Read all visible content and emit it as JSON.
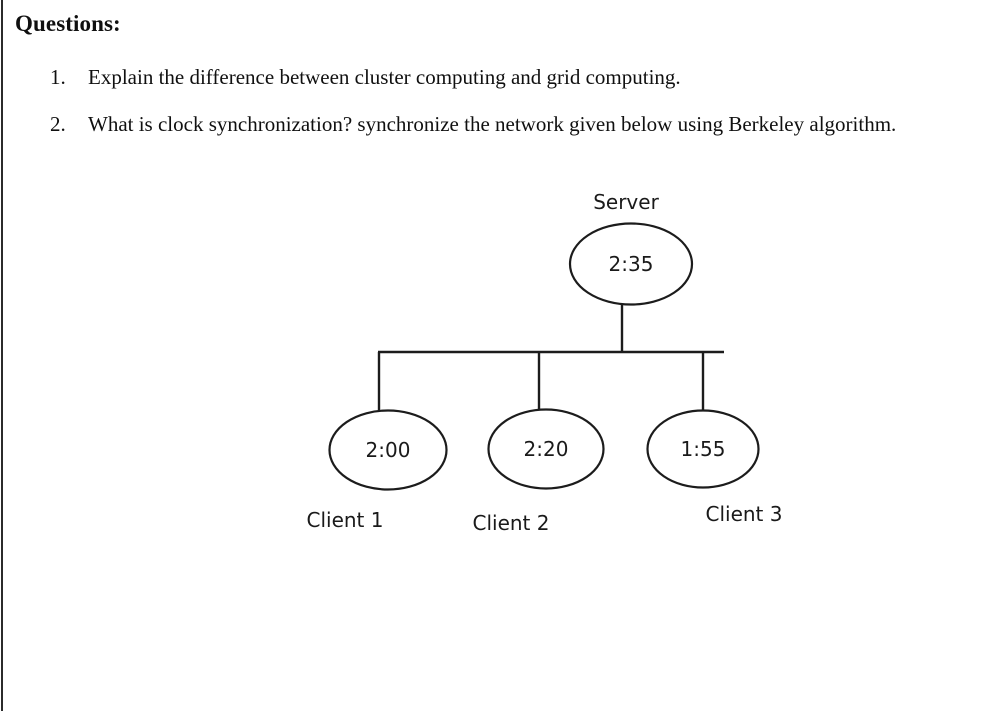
{
  "document": {
    "heading": "Questions:",
    "questions": [
      {
        "number": "1.",
        "text": "Explain the difference between cluster computing and grid computing.",
        "justified": true
      },
      {
        "number": "2.",
        "text": "What is clock synchronization? synchronize the network given below using Berkeley algorithm.",
        "justified": true
      }
    ]
  },
  "diagram": {
    "type": "network-tree",
    "title_node": {
      "label": "Server",
      "time": "2:35"
    },
    "clients": [
      {
        "label": "Client 1",
        "time": "2:00"
      },
      {
        "label": "Client 2",
        "time": "2:20"
      },
      {
        "label": "Client 3",
        "time": "1:55"
      }
    ],
    "stroke_color": "#1c1c1c",
    "fill_color": "#ffffff"
  }
}
